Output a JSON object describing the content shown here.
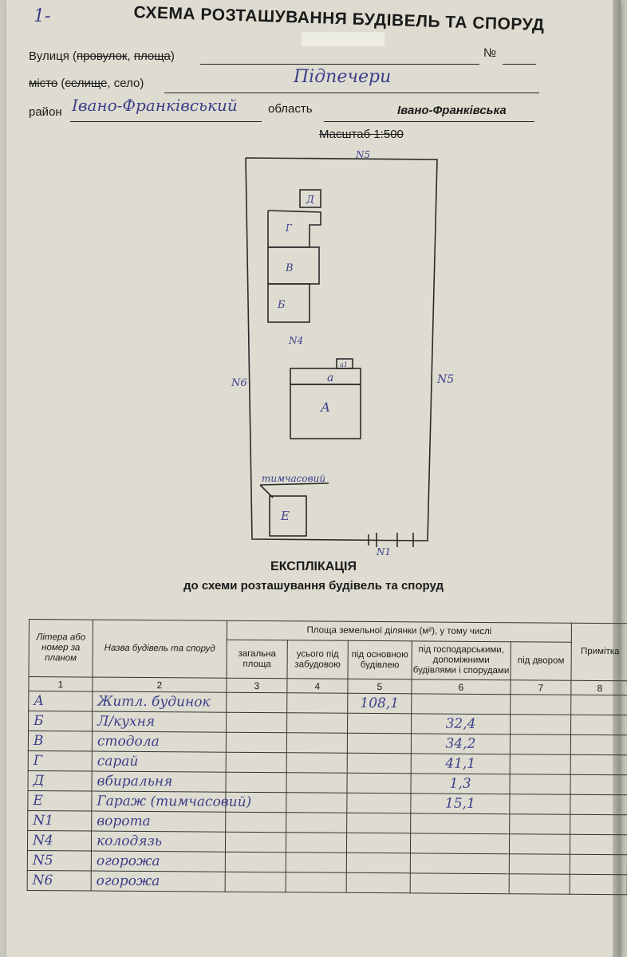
{
  "header": {
    "page_number": "1-",
    "title": "СХЕМА РОЗТАШУВАННЯ БУДІВЕЛЬ ТА СПОРУД"
  },
  "address": {
    "street_label": "Вулиця",
    "street_alt_1": "провулок",
    "street_alt_2": "площа",
    "number_label": "№",
    "city_label": "місто",
    "settlement_label": "селище",
    "village_label": "село",
    "city_value": "Підпечери",
    "district_label": "район",
    "district_value": "Івано-Франківський",
    "oblast_label": "область",
    "oblast_value": "Івано-Франківська"
  },
  "scale": "Масштаб 1:500",
  "plan": {
    "label_top": "N5",
    "label_left": "N6",
    "label_right": "N5",
    "label_bottom": "N1",
    "label_well": "N4",
    "temp_label": "тимчасовий",
    "buildings": {
      "d": "Д",
      "g": "Г",
      "v": "В",
      "b": "Б",
      "a_small": "а",
      "a_main": "А",
      "e": "Е",
      "porch": "а1"
    }
  },
  "explication": {
    "title": "ЕКСПЛІКАЦІЯ",
    "subtitle": "до схеми розташування будівель та споруд"
  },
  "table": {
    "headers": {
      "letter": "Літера або номер за планом",
      "name": "Назва будівель та споруд",
      "area_group": "Площа земельної ділянки (м²), у тому числі",
      "total": "загальна площа",
      "built": "усього під забудовою",
      "main": "під основною будівлею",
      "aux": "під господарськими, допоміжними будівлями і спорудами",
      "yard": "під двором",
      "note": "Примітка"
    },
    "col_numbers": [
      "1",
      "2",
      "3",
      "4",
      "5",
      "6",
      "7",
      "8"
    ],
    "rows": [
      {
        "letter": "А",
        "name": "Житл. будинок",
        "main": "108,1",
        "aux": ""
      },
      {
        "letter": "Б",
        "name": "Л/кухня",
        "main": "",
        "aux": "32,4"
      },
      {
        "letter": "В",
        "name": "стодола",
        "main": "",
        "aux": "34,2"
      },
      {
        "letter": "Г",
        "name": "сарай",
        "main": "",
        "aux": "41,1"
      },
      {
        "letter": "Д",
        "name": "вбиральня",
        "main": "",
        "aux": "1,3"
      },
      {
        "letter": "Е",
        "name": "Гараж (тимчасовий)",
        "main": "",
        "aux": "15,1"
      },
      {
        "letter": "N1",
        "name": "ворота",
        "main": "",
        "aux": ""
      },
      {
        "letter": "N4",
        "name": "колодязь",
        "main": "",
        "aux": ""
      },
      {
        "letter": "N5",
        "name": "огорожа",
        "main": "",
        "aux": ""
      },
      {
        "letter": "N6",
        "name": "огорожа",
        "main": "",
        "aux": ""
      }
    ]
  }
}
